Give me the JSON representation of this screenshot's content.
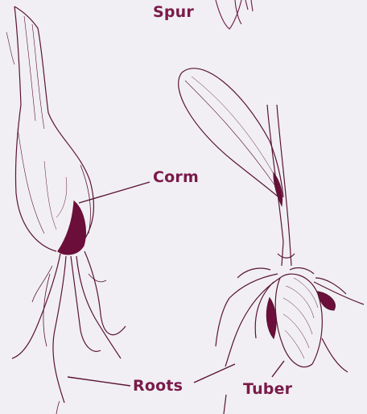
{
  "labels": {
    "spur": "Spur",
    "corm": "Corm",
    "roots": "Roots",
    "tuber": "Tuber"
  },
  "colors": {
    "ink": "#7a1a4a",
    "dark": "#6b0f3a",
    "paper": "#f1eff3"
  }
}
